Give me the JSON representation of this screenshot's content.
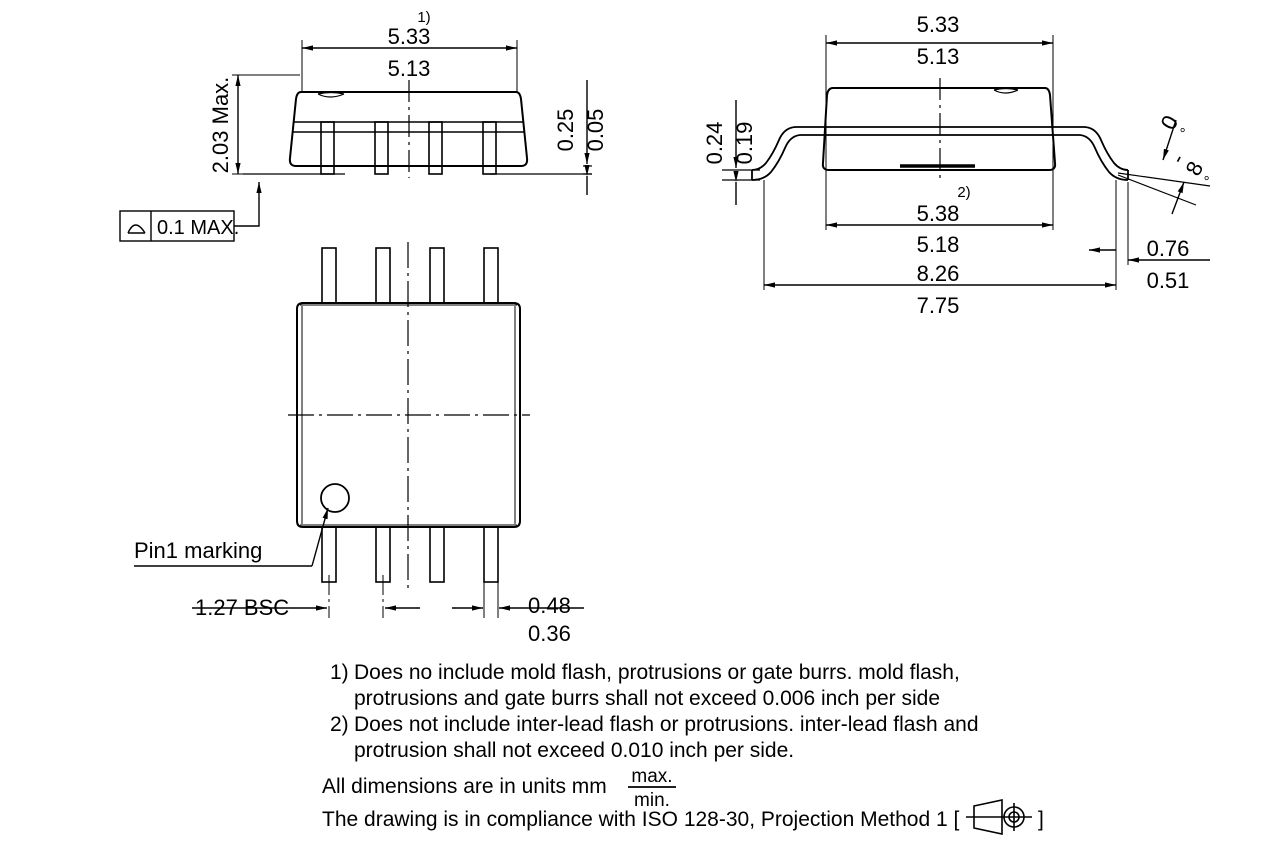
{
  "drawing": {
    "title": "SOIC-8 package outline drawing",
    "units_note": "All dimensions are in units mm",
    "fraction": {
      "numerator": "max.",
      "denominator": "min."
    },
    "compliance": "The drawing is in compliance with ISO 128-30, Projection Method 1 [",
    "compliance_close": "]"
  },
  "front_view": {
    "callout_superscript": "1)",
    "width_max": "5.33",
    "width_min": "5.13",
    "height": "2.03 Max.",
    "standoff_max": "0.25",
    "standoff_min": "0.05",
    "flatness_value": "0.1 MAX.",
    "flatness_symbol": "flatness-arc-symbol"
  },
  "side_view": {
    "width_max": "5.33",
    "width_min": "5.13",
    "lead_thickness_max": "0.24",
    "lead_thickness_min": "0.19",
    "body_callout_superscript": "2)",
    "body_width_max": "5.38",
    "body_width_min": "5.18",
    "span_max": "8.26",
    "span_min": "7.75",
    "foot_len_max": "0.76",
    "foot_len_min": "0.51",
    "angle_min": "0",
    "angle_max": "8",
    "angle_degree_symbol": "°",
    "angle_dash": "-"
  },
  "bottom_view": {
    "pin1_label": "Pin1 marking",
    "pitch": "1.27 BSC",
    "lead_width_max": "0.48",
    "lead_width_min": "0.36"
  },
  "notes": [
    {
      "marker": "1)",
      "line1": "Does no include mold flash, protrusions or gate burrs. mold flash,",
      "line2": "protrusions and gate burrs shall not exceed 0.006 inch per side"
    },
    {
      "marker": "2)",
      "line1": "Does not include inter-lead flash or protrusions. inter-lead flash and",
      "line2": "protrusion shall not exceed 0.010 inch per side."
    }
  ],
  "colors": {
    "line": "#000000",
    "background": "#ffffff"
  }
}
